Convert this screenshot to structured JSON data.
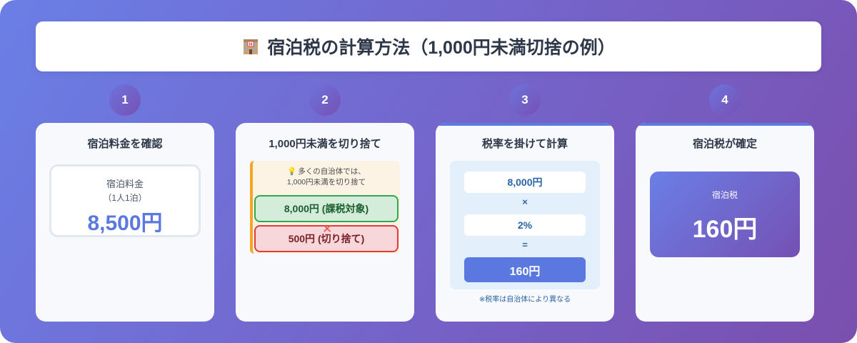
{
  "title": {
    "icon": "hotel-icon",
    "text": "宿泊税の計算方法（1,000円未満切捨の例）"
  },
  "steps": [
    {
      "num": "1",
      "title": "宿泊料金を確認"
    },
    {
      "num": "2",
      "title": "1,000円未満を切り捨て"
    },
    {
      "num": "3",
      "title": "税率を掛けて計算"
    },
    {
      "num": "4",
      "title": "宿泊税が確定"
    }
  ],
  "card1": {
    "label": "宿泊料金",
    "sub": "（1人1泊）",
    "value": "8,500円"
  },
  "card2": {
    "tip_line1": "多くの自治体では、",
    "tip_line2": "1,000円未満を切り捨て",
    "keep": "8,000円 (課税対象)",
    "cut": "500円 (切り捨て)",
    "cross": "✕"
  },
  "card3": {
    "base": "8,000円",
    "times": "×",
    "rate": "2%",
    "equals": "=",
    "result": "160円",
    "note": "※税率は自治体により異なる"
  },
  "card4": {
    "label": "宿泊税",
    "value": "160円"
  },
  "colors": {
    "accent": "#5b78e0",
    "keep_border": "#2fa84f",
    "cut_border": "#e03a3a",
    "tip_border": "#f5a623"
  }
}
